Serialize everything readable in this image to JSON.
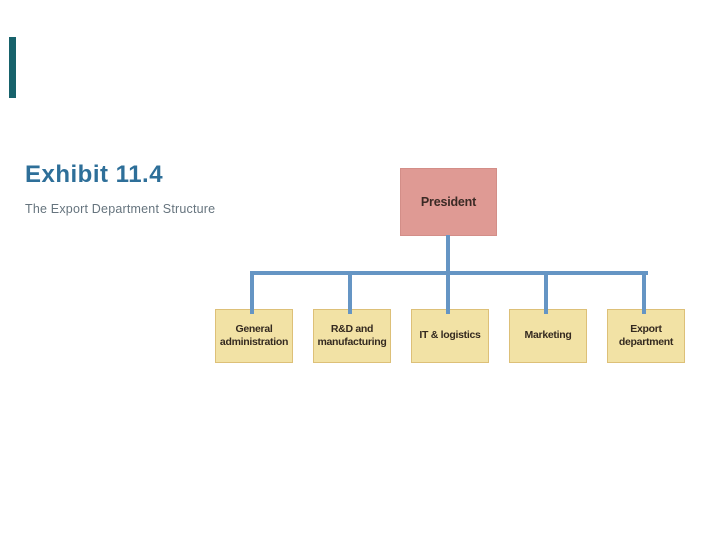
{
  "slide": {
    "type": "presentation-slide",
    "background_color": "#ffffff"
  },
  "accent_bar": {
    "color": "#17626b"
  },
  "header": {
    "exhibit_label": "Exhibit 11.4",
    "exhibit_color": "#2e6f99",
    "subtitle": "The Export Department Structure",
    "subtitle_color": "#66747e"
  },
  "org_chart": {
    "type": "organization-tree",
    "connector_color": "#6595c4",
    "root": {
      "label": "President",
      "fill": "#df9a94"
    },
    "child_fill": "#f2e2a5",
    "child_border": "#ddc078",
    "children": [
      {
        "label": "General administration"
      },
      {
        "label": "R&D and manufacturing"
      },
      {
        "label": "IT & logistics"
      },
      {
        "label": "Marketing"
      },
      {
        "label": "Export department"
      }
    ]
  }
}
